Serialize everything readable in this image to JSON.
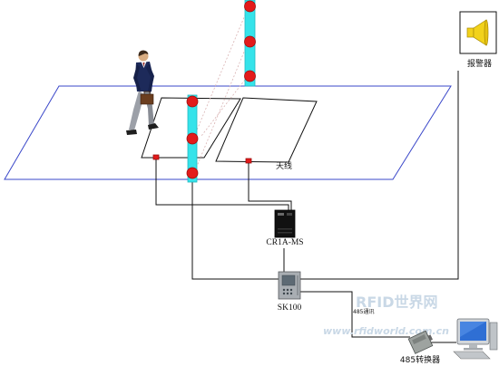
{
  "diagram": {
    "labels": {
      "antenna": "天线",
      "alarm": "报警器",
      "reader": "CR1A-MS",
      "controller": "SK100",
      "comm": "485通讯",
      "converter": "485转换器"
    },
    "watermark": {
      "brand": "RFID世界网",
      "url": "www.rfidworld.com.cn"
    }
  },
  "icons": {
    "person": "walking-person-icon",
    "alarm": "speaker-icon",
    "reader": "reader-device-icon",
    "controller": "controller-device-icon",
    "converter": "converter-device-icon",
    "computer": "computer-icon"
  },
  "colors": {
    "floor": "#3a47c9",
    "pillar": "#35e3ea",
    "sensor": "#e31b1b",
    "speaker": "#f2d21b",
    "screen": "#2f6fd4",
    "watermark": "#c9d8e6"
  }
}
